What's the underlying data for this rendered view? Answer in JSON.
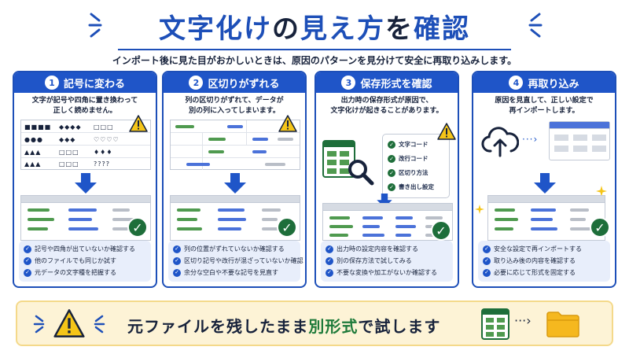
{
  "header": {
    "title_part1": "文字化け",
    "title_part2": "の",
    "title_part3": "見え方",
    "title_part4": "を",
    "title_part5": "確認",
    "subtitle": "インポート後に見た目がおかしいときは、原因のパターンを見分けて安全に再取り込みします。"
  },
  "cards": [
    {
      "number": "1",
      "title": "記号に変わる",
      "desc_line1": "文字が記号や四角に置き換わって",
      "desc_line2": "正しく読めません。",
      "symbols": [
        "■■■■",
        "◆◆◆◆",
        "□□□",
        "●●●",
        "◆◆◆",
        "♡♡♡♡",
        "▲▲▲",
        "□□□",
        "♦♦♦",
        "▲▲▲",
        "□□□",
        "????"
      ],
      "bullets": [
        "記号や四角が出ていないか確認する",
        "他のファイルでも同じか試す",
        "元データの文字種を把握する"
      ]
    },
    {
      "number": "2",
      "title": "区切りがずれる",
      "desc_line1": "列の区切りがずれて、データが",
      "desc_line2": "別の列に入ってしまいます。",
      "bullets": [
        "列の位置がずれていないか確認する",
        "区切り記号や改行が混ざっていないか確認",
        "余分な空白や不要な記号を見直す"
      ]
    },
    {
      "number": "3",
      "title": "保存形式を確認",
      "desc_line1": "出力時の保存形式が原因で、",
      "desc_line2": "文字化けが起きることがあります。",
      "settings": [
        "文字コード",
        "改行コード",
        "区切り方法",
        "書き出し設定"
      ],
      "bullets": [
        "出力時の設定内容を確認する",
        "別の保存方法で試してみる",
        "不要な変換や加工がないか確認する"
      ]
    },
    {
      "number": "4",
      "title": "再取り込み",
      "desc_line1": "原因を見直して、正しい設定で",
      "desc_line2": "再インポートします。",
      "bullets": [
        "安全な設定で再インポートする",
        "取り込み後の内容を確認する",
        "必要に応じて形式を固定する"
      ]
    }
  ],
  "banner": {
    "text_before": "元ファイルを残したまま",
    "text_highlight": "別形式",
    "text_after": "で試します"
  },
  "colors": {
    "accent_blue": "#1f55c8",
    "ok_green": "#1e6e3a",
    "warning_yellow": "#f5c518",
    "banner_bg": "#fdf3d6"
  },
  "icons": [
    "warning-icon",
    "check-circle-icon",
    "arrow-down-icon",
    "magnifier-icon",
    "cloud-upload-icon",
    "spreadsheet-icon",
    "folder-icon",
    "sparkle-icon"
  ]
}
